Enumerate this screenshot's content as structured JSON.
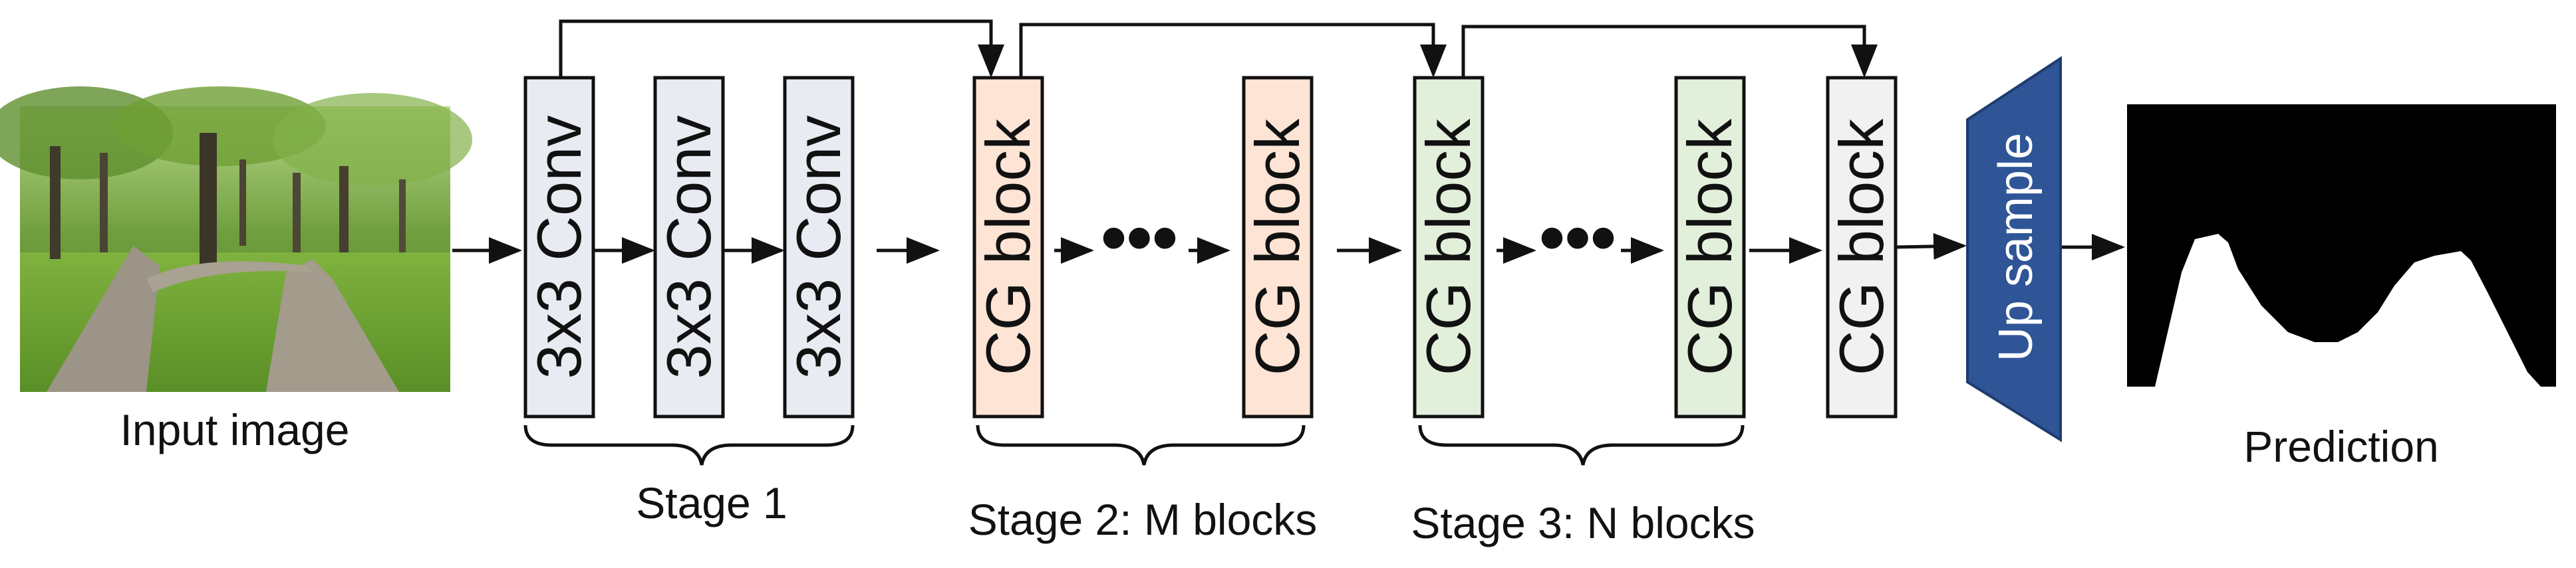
{
  "input": {
    "caption": "Input image"
  },
  "stage1": {
    "blocks": [
      "3x3 Conv",
      "3x3 Conv",
      "3x3 Conv"
    ],
    "label": "Stage 1"
  },
  "stage2": {
    "blocks": [
      "CG block",
      "CG block"
    ],
    "ellipsis": "•••",
    "label": "Stage 2: M blocks"
  },
  "stage3": {
    "blocks": [
      "CG block",
      "CG block"
    ],
    "ellipsis": "•••",
    "label": "Stage 3: N blocks"
  },
  "final_block": {
    "label": "CG block"
  },
  "upsample": {
    "label": "Up sample"
  },
  "prediction": {
    "caption": "Prediction"
  },
  "colors": {
    "conv_fill": "#e8ecf2",
    "stage2_fill": "#fde4d5",
    "stage3_fill": "#e2efda",
    "final_fill": "#f1f1f1",
    "upsample_fill": "#2f5597",
    "stroke": "#111111"
  }
}
